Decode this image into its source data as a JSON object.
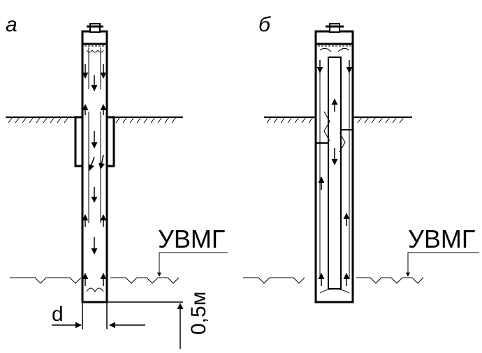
{
  "labels": {
    "panel_a": "а",
    "panel_b": "б",
    "gw_level_a": "УВМГ",
    "gw_level_b": "УВМГ",
    "diameter": "d",
    "depth": "0,5м"
  }
}
